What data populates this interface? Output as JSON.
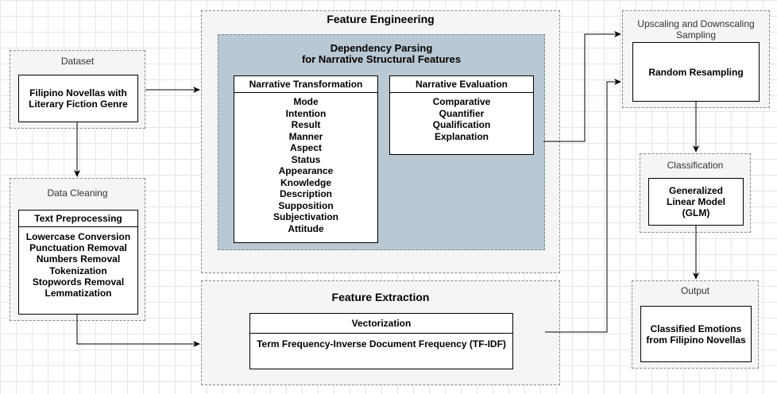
{
  "dataset": {
    "title": "Dataset",
    "box": "Filipino Novellas with Literary Fiction Genre"
  },
  "data_cleaning": {
    "title": "Data Cleaning",
    "header": "Text Preprocessing",
    "items": [
      "Lowercase Conversion",
      "Punctuation Removal",
      "Numbers Removal",
      "Tokenization",
      "Stopwords Removal",
      "Lemmatization"
    ]
  },
  "feature_engineering": {
    "title": "Feature Engineering",
    "dependency_title_1": "Dependency Parsing",
    "dependency_title_2": "for Narrative Structural Features",
    "transformation": {
      "header": "Narrative Transformation",
      "items": [
        "Mode",
        "Intention",
        "Result",
        "Manner",
        "Aspect",
        "Status",
        "Appearance",
        "Knowledge",
        "Description",
        "Supposition",
        "Subjectivation",
        "Attitude"
      ]
    },
    "evaluation": {
      "header": "Narrative Evaluation",
      "items": [
        "Comparative",
        "Quantifier",
        "Qualification",
        "Explanation"
      ]
    }
  },
  "feature_extraction": {
    "title": "Feature Extraction",
    "header": "Vectorization",
    "item": "Term Frequency-Inverse Document Frequency (TF-IDF)"
  },
  "sampling": {
    "title_1": "Upscaling and Downscaling",
    "title_2": "Sampling",
    "box": "Random Resampling"
  },
  "classification": {
    "title": "Classification",
    "box": "Generalized Linear Model (GLM)"
  },
  "output": {
    "title": "Output",
    "box": "Classified Emotions from Filipino Novellas"
  },
  "colors": {
    "dependency_fill": "#bac8d3",
    "group_fill": "#f5f5f5",
    "line": "#000000"
  }
}
